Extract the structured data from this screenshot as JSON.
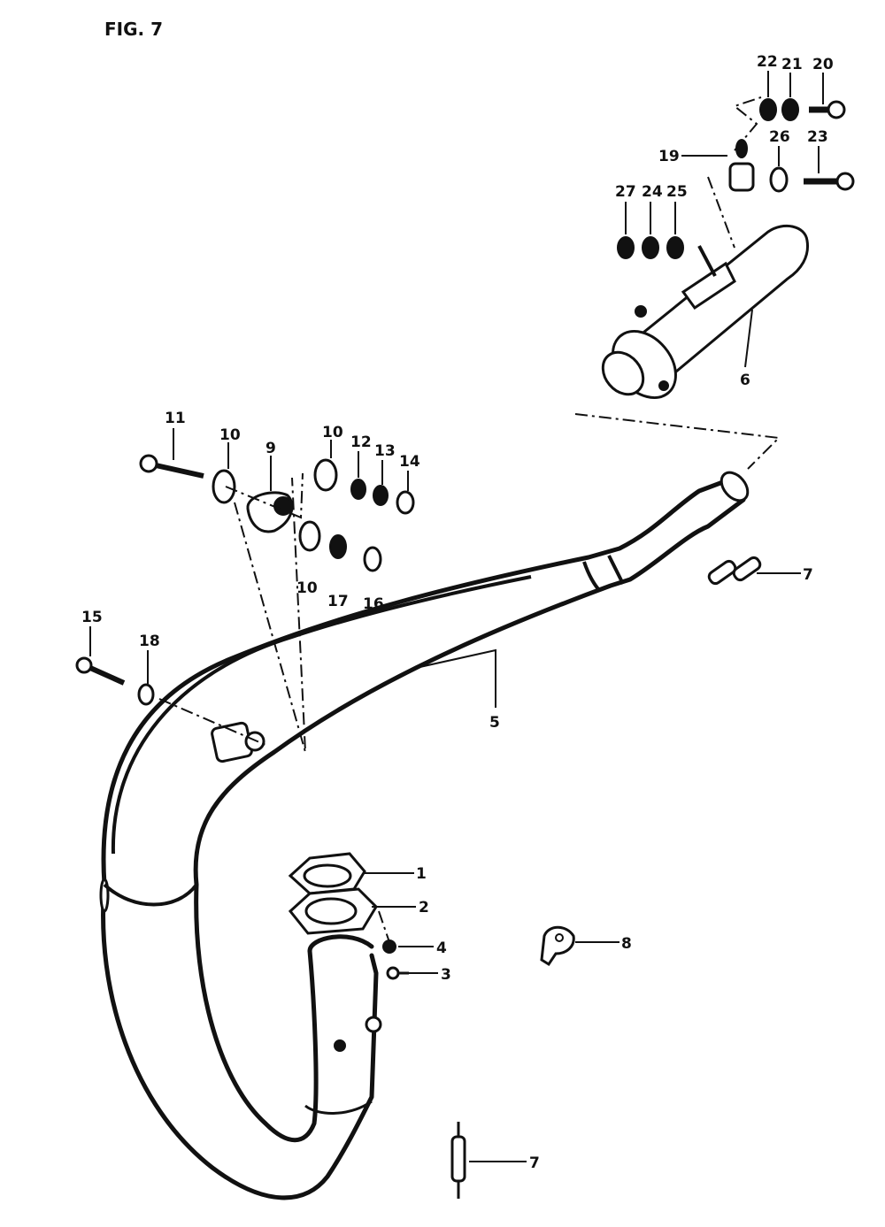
{
  "figure": {
    "title": "FIG. 7"
  },
  "callouts": {
    "c1": "1",
    "c2": "2",
    "c3": "3",
    "c4": "4",
    "c5": "5",
    "c6": "6",
    "c7a": "7",
    "c7b": "7",
    "c8": "8",
    "c9": "9",
    "c10a": "10",
    "c10b": "10",
    "c10c": "10",
    "c11": "11",
    "c12": "12",
    "c13": "13",
    "c14": "14",
    "c15": "15",
    "c16": "16",
    "c17": "17",
    "c18": "18",
    "c19": "19",
    "c20": "20",
    "c21": "21",
    "c22": "22",
    "c23": "23",
    "c24": "24",
    "c25": "25",
    "c26": "26",
    "c27": "27"
  }
}
